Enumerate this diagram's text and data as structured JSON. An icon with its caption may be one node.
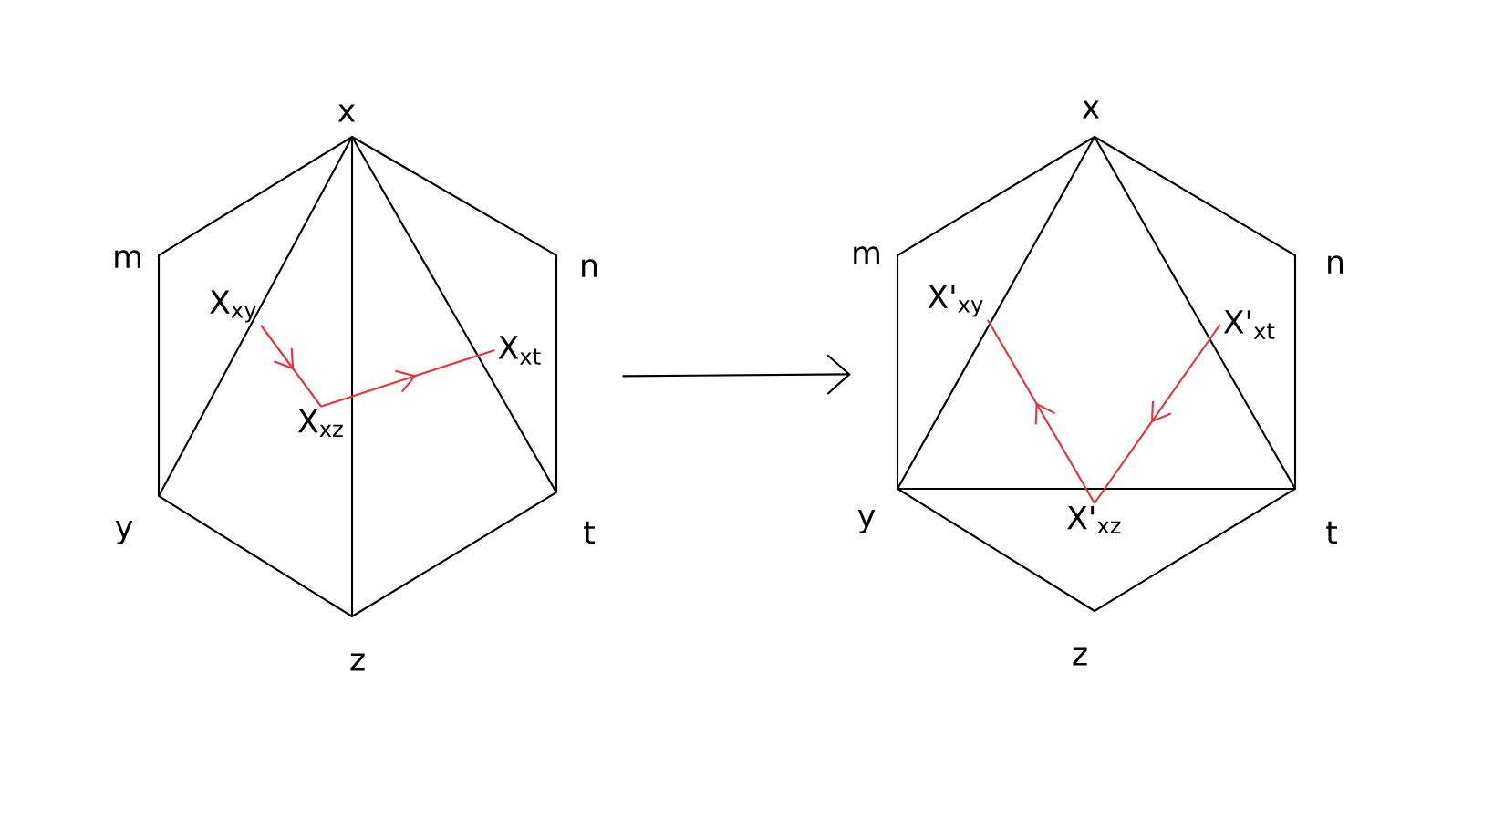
{
  "diagram": {
    "nodes": [
      {
        "text": [],
        "shape": "hexagon",
        "beside": [
          "x",
          "m",
          "n",
          "y",
          "t",
          "z"
        ]
      },
      {
        "text": [],
        "shape": "hexagon",
        "beside": [
          "x",
          "m",
          "n",
          "y",
          "t",
          "z"
        ]
      },
      {
        "text": [
          "X$_{xy}$"
        ],
        "in": 0
      },
      {
        "text": [
          "X$_{xz}$"
        ],
        "in": 0
      },
      {
        "text": [
          "X$_{xt}$"
        ],
        "in": 0
      },
      {
        "text": [
          "X'$_{xy}$"
        ],
        "in": 1
      },
      {
        "text": [
          "X'$_{xz}$"
        ],
        "in": 1
      },
      {
        "text": [
          "X'$_{xt}$"
        ],
        "in": 1
      }
    ],
    "edges": [
      {
        "from": 0,
        "to": 1,
        "arrow": "to",
        "color": "#000000"
      },
      {
        "from": 2,
        "to": 3,
        "arrow": "to",
        "color": "#e8323c"
      },
      {
        "from": 3,
        "to": 4,
        "arrow": "to",
        "color": "#e8323c"
      },
      {
        "from": 7,
        "to": 6,
        "arrow": "to",
        "color": "#e8323c"
      },
      {
        "from": 6,
        "to": 5,
        "arrow": "to",
        "color": "#e8323c"
      }
    ]
  }
}
